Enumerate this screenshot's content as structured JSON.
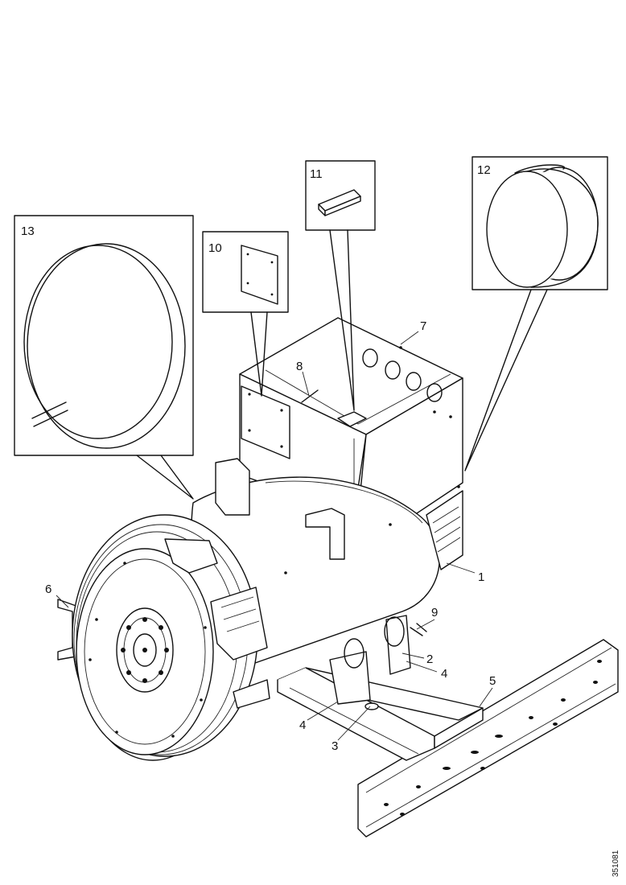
{
  "callouts": {
    "c1": "1",
    "c2": "2",
    "c3": "3",
    "c4a": "4",
    "c4b": "4",
    "c5": "5",
    "c6": "6",
    "c7": "7",
    "c8": "8",
    "c9": "9",
    "c10": "10",
    "c11": "11",
    "c12": "12",
    "c13": "13"
  },
  "doc_number": "351081"
}
